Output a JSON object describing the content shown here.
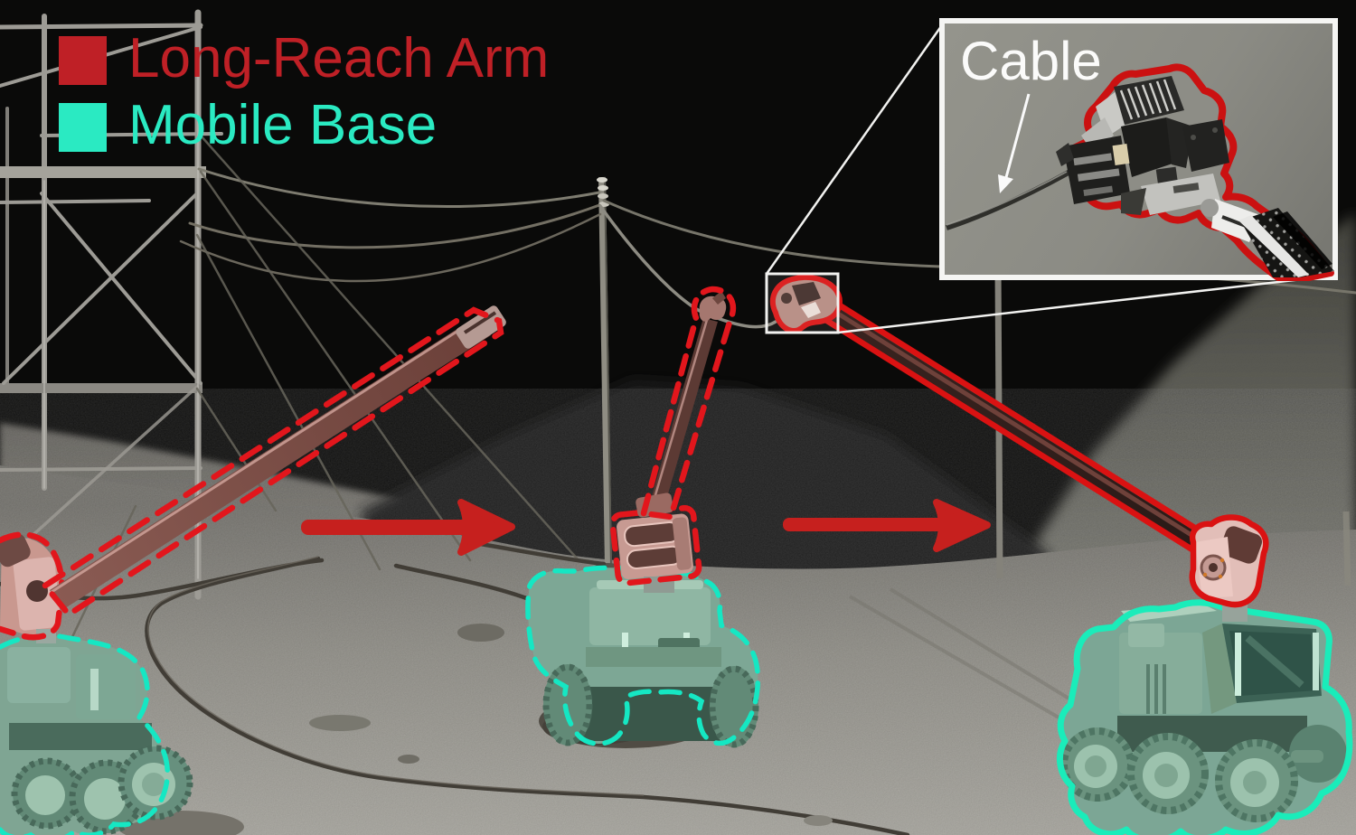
{
  "legend": {
    "items": [
      {
        "label": "Long-Reach Arm",
        "color": "#bf2026"
      },
      {
        "label": "Mobile Base",
        "color": "#2aeac2"
      }
    ]
  },
  "inset": {
    "label": "Cable",
    "border_color": "#f5f5f3",
    "outline_color": "#cb1111"
  },
  "annotations": {
    "dashed_red_outline": "#e2161c",
    "dashed_teal_outline": "#15e7c3",
    "solid_red_outline": "#da1212",
    "solid_teal_outline": "#1aecba",
    "arrow_color": "#c6201e",
    "arrow_count": 2,
    "callout_color": "#f2f2f0",
    "poses": [
      {
        "id": "pose-1",
        "outline_style": "dashed",
        "position": "left"
      },
      {
        "id": "pose-2",
        "outline_style": "dashed",
        "position": "center"
      },
      {
        "id": "pose-3",
        "outline_style": "solid",
        "position": "right"
      }
    ]
  }
}
